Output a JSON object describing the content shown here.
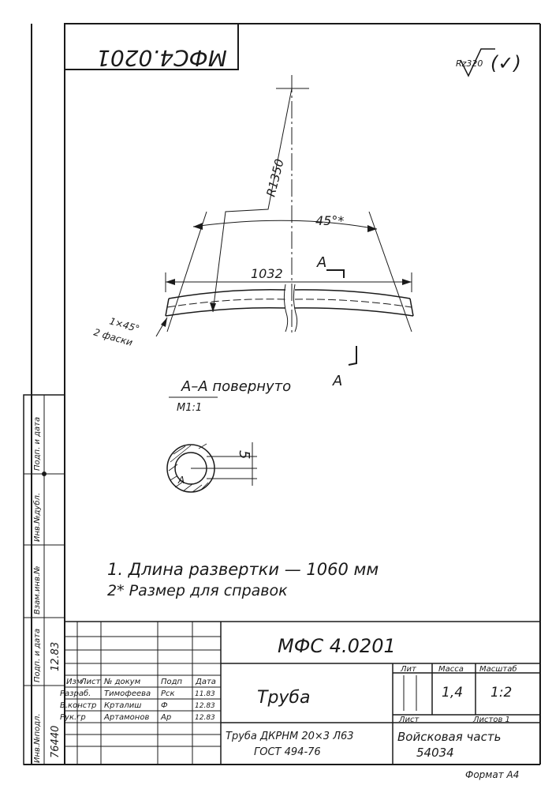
{
  "top_code_rotated": "МФС4.0201",
  "roughness_value": "Rz320",
  "roughness_paren": "(✓)",
  "radius_label": "R1350",
  "angle_label": "45°*",
  "chord_label": "1032",
  "section_mark": "А",
  "section_mark_lower": "А",
  "chamfer_label": "1×45°",
  "chamfer_note": "2 фаски",
  "section_title": "А–А повернуто",
  "section_scale": "М1:1",
  "wall_label": "5",
  "section_inner_mark": "А",
  "note_1": "1. Длина развертки — 1060 мм",
  "note_2": "2* Размер для справок",
  "side_col_1": "Инв.№подл.",
  "side_col_2": "Подп. и дата",
  "side_col_3": "Взам.инв.№",
  "side_col_4": "Инв.№дубл.",
  "side_col_5": "Подп. и дата",
  "side_inv_value": "76440",
  "side_date_value": "12.83",
  "tb_code": "МФС 4.0201",
  "tb_name": "Труба",
  "tb_material_1": "Труба ДКРНМ 20×3 Л63",
  "tb_material_2": "ГОСТ 494-76",
  "tb_org_1": "Войсковая часть",
  "tb_org_2": "54034",
  "tb_col_lit": "Лит",
  "tb_col_mass": "Масса",
  "tb_col_scale": "Масштаб",
  "tb_mass": "1,4",
  "tb_scale": "1:2",
  "tb_sheet": "Лист",
  "tb_sheets": "Листов 1",
  "tb_hdr_izm": "Изм",
  "tb_hdr_list": "Лист",
  "tb_hdr_doc": "№ докум",
  "tb_hdr_sign": "Подп",
  "tb_hdr_date": "Дата",
  "tb_r1_role": "Разраб.",
  "tb_r1_name": "Тимофеева",
  "tb_r1_sign": "Рск",
  "tb_r1_date": "11.83",
  "tb_r2_role": "В.констр",
  "tb_r2_name": "Крталиш",
  "tb_r2_sign": "Ф",
  "tb_r2_date": "12.83",
  "tb_r3_role": "Рук.гр",
  "tb_r3_name": "Артамонов",
  "tb_r3_sign": "Ар",
  "tb_r3_date": "12.83",
  "format_label": "Формат А4"
}
